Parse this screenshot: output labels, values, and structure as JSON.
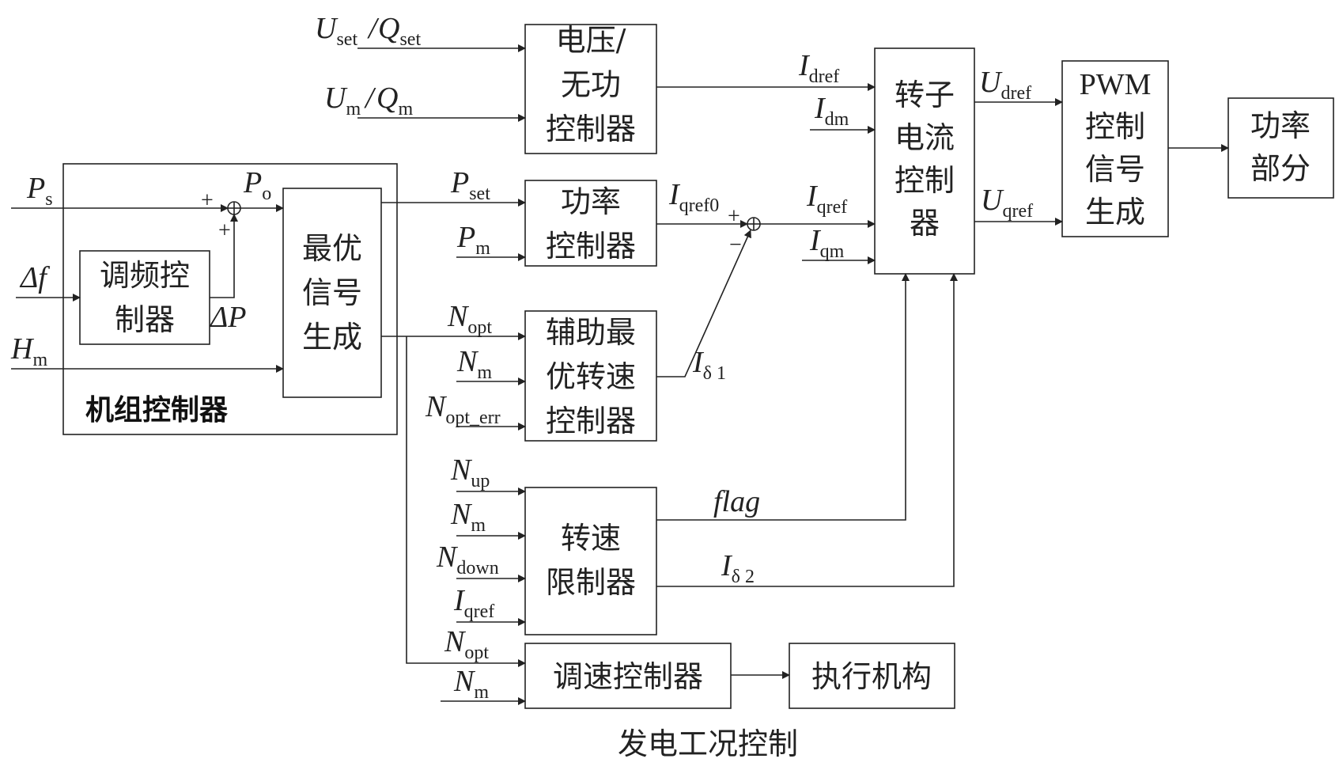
{
  "caption": "发电工况控制",
  "blocks": {
    "voltage_reactive": [
      "电压/",
      "无功",
      "控制器"
    ],
    "rotor_current": [
      "转子",
      "电流",
      "控制",
      "器"
    ],
    "pwm": [
      "PWM",
      "控制",
      "信号",
      "生成"
    ],
    "power_section": [
      "功率",
      "部分"
    ],
    "unit_controller_title": "机组控制器",
    "freq_regulation": [
      "调频控",
      "制器"
    ],
    "optimal_signal": [
      "最优",
      "信号",
      "生成"
    ],
    "power_controller": [
      "功率",
      "控制器"
    ],
    "aux_speed": [
      "辅助最",
      "优转速",
      "控制器"
    ],
    "speed_limiter": [
      "转速",
      "限制器"
    ],
    "governor": "调速控制器",
    "actuator": "执行机构"
  },
  "signals": {
    "U_set": {
      "main": "U",
      "sub": "set"
    },
    "slash1": "/",
    "Q_set": {
      "main": "Q",
      "sub": "set"
    },
    "U_m": {
      "main": "U",
      "sub": "m"
    },
    "slash2": "/",
    "Q_m": {
      "main": "Q",
      "sub": "m"
    },
    "P_s": {
      "main": "P",
      "sub": "s"
    },
    "delta_f": "Δf",
    "H_m": {
      "main": "H",
      "sub": "m"
    },
    "P_o": {
      "main": "P",
      "sub": "o"
    },
    "delta_P": "ΔP",
    "P_set": {
      "main": "P",
      "sub": "set"
    },
    "P_m": {
      "main": "P",
      "sub": "m"
    },
    "N_opt": {
      "main": "N",
      "sub": "opt"
    },
    "N_m": {
      "main": "N",
      "sub": "m"
    },
    "N_opt_err": {
      "main": "N",
      "sub": "opt_err"
    },
    "N_up": {
      "main": "N",
      "sub": "up"
    },
    "N_m_2": {
      "main": "N",
      "sub": "m"
    },
    "N_down": {
      "main": "N",
      "sub": "down"
    },
    "I_qref_in": {
      "main": "I",
      "sub": "qref"
    },
    "N_opt_2": {
      "main": "N",
      "sub": "opt"
    },
    "N_m_3": {
      "main": "N",
      "sub": "m"
    },
    "I_qref0": {
      "main": "I",
      "sub": "qref0"
    },
    "I_delta1": {
      "main": "I",
      "sub": "δ 1"
    },
    "I_delta2": {
      "main": "I",
      "sub": "δ 2"
    },
    "flag": "flag",
    "I_dref": {
      "main": "I",
      "sub": "dref"
    },
    "I_dm": {
      "main": "I",
      "sub": "dm"
    },
    "I_qref": {
      "main": "I",
      "sub": "qref"
    },
    "I_qm": {
      "main": "I",
      "sub": "qm"
    },
    "U_dref": {
      "main": "U",
      "sub": "dref"
    },
    "U_qref": {
      "main": "U",
      "sub": "qref"
    }
  },
  "signs": {
    "sum1_top": "+",
    "sum1_bottom": "+",
    "sum2_plus": "+",
    "sum2_minus": "−"
  },
  "colors": {
    "line": "#222222",
    "background": "#ffffff"
  }
}
